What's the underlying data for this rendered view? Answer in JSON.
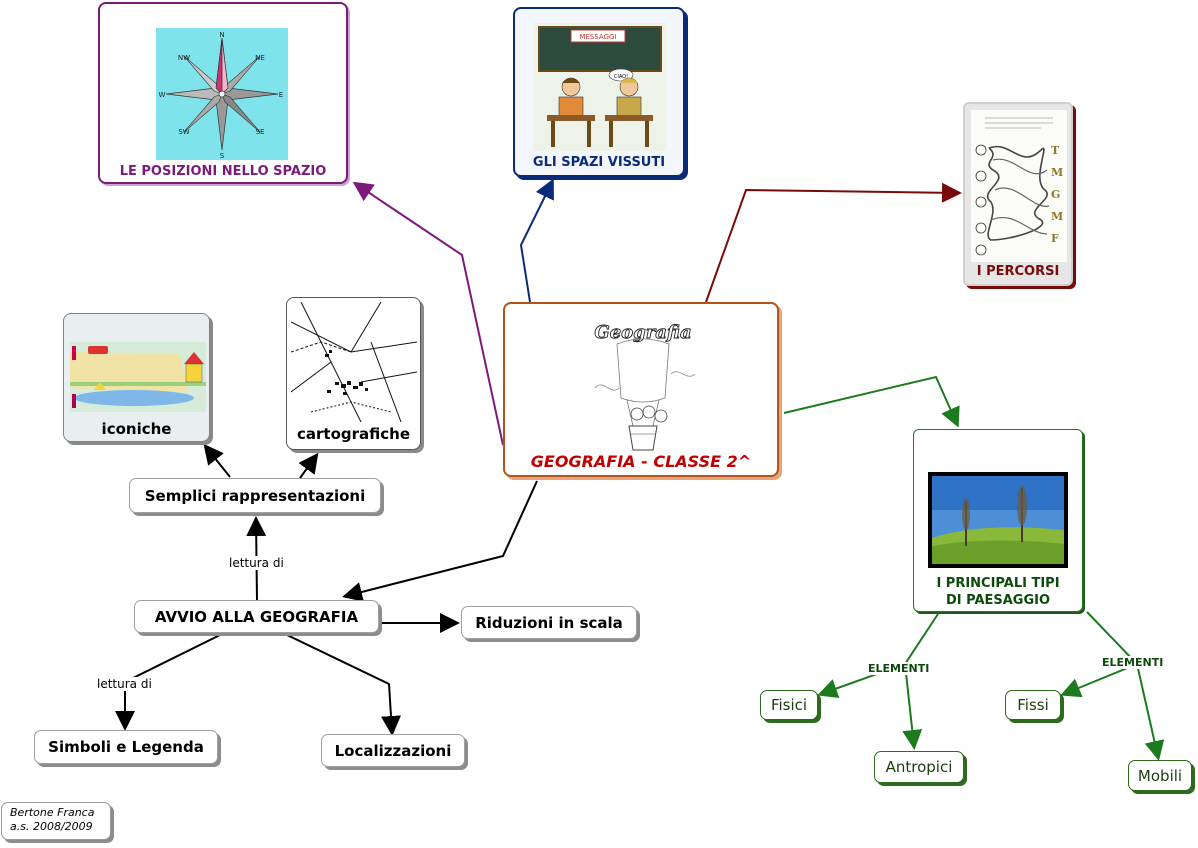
{
  "central": {
    "title": "GEOGRAFIA - CLASSE 2^",
    "image_text": "Geografia"
  },
  "posizioni": {
    "label": "LE POSIZIONI NELLO SPAZIO",
    "compass": [
      "N",
      "NE",
      "E",
      "SE",
      "S",
      "SW",
      "W",
      "NW"
    ]
  },
  "spazi": {
    "label": "GLI SPAZI VISSUTI",
    "board_text": "MESSAGGI",
    "bubble": "CIAO!"
  },
  "percorsi": {
    "label": "I PERCORSI",
    "side_letters": [
      "T",
      "M",
      "G",
      "M",
      "F"
    ]
  },
  "paesaggi": {
    "label_line1": "I PRINCIPALI TIPI",
    "label_line2": "DI PAESAGGIO"
  },
  "avvio": {
    "label": "AVVIO ALLA GEOGRAFIA"
  },
  "semplici": {
    "label": "Semplici rappresentazioni"
  },
  "iconiche": {
    "label": "iconiche"
  },
  "cartografiche": {
    "label": "cartografiche"
  },
  "riduzioni": {
    "label": "Riduzioni in scala"
  },
  "simboli": {
    "label": "Simboli e Legenda"
  },
  "localizzazioni": {
    "label": "Localizzazioni"
  },
  "links": {
    "lettura_1": "lettura di",
    "lettura_2": "lettura di",
    "elementi_1": "ELEMENTI",
    "elementi_2": "ELEMENTI"
  },
  "fisici": {
    "label": "Fisici"
  },
  "antropici": {
    "label": "Antropici"
  },
  "fissi": {
    "label": "Fissi"
  },
  "mobili": {
    "label": "Mobili"
  },
  "credit": {
    "line1": "Bertone Franca",
    "line2": "a.s. 2008/2009"
  },
  "colors": {
    "purple": "#7b1a7b",
    "navy": "#0a2a7a",
    "maroon": "#7a0a0a",
    "green": "#1e7a1e",
    "red": "#c00000",
    "orange_border": "#b5541a"
  }
}
